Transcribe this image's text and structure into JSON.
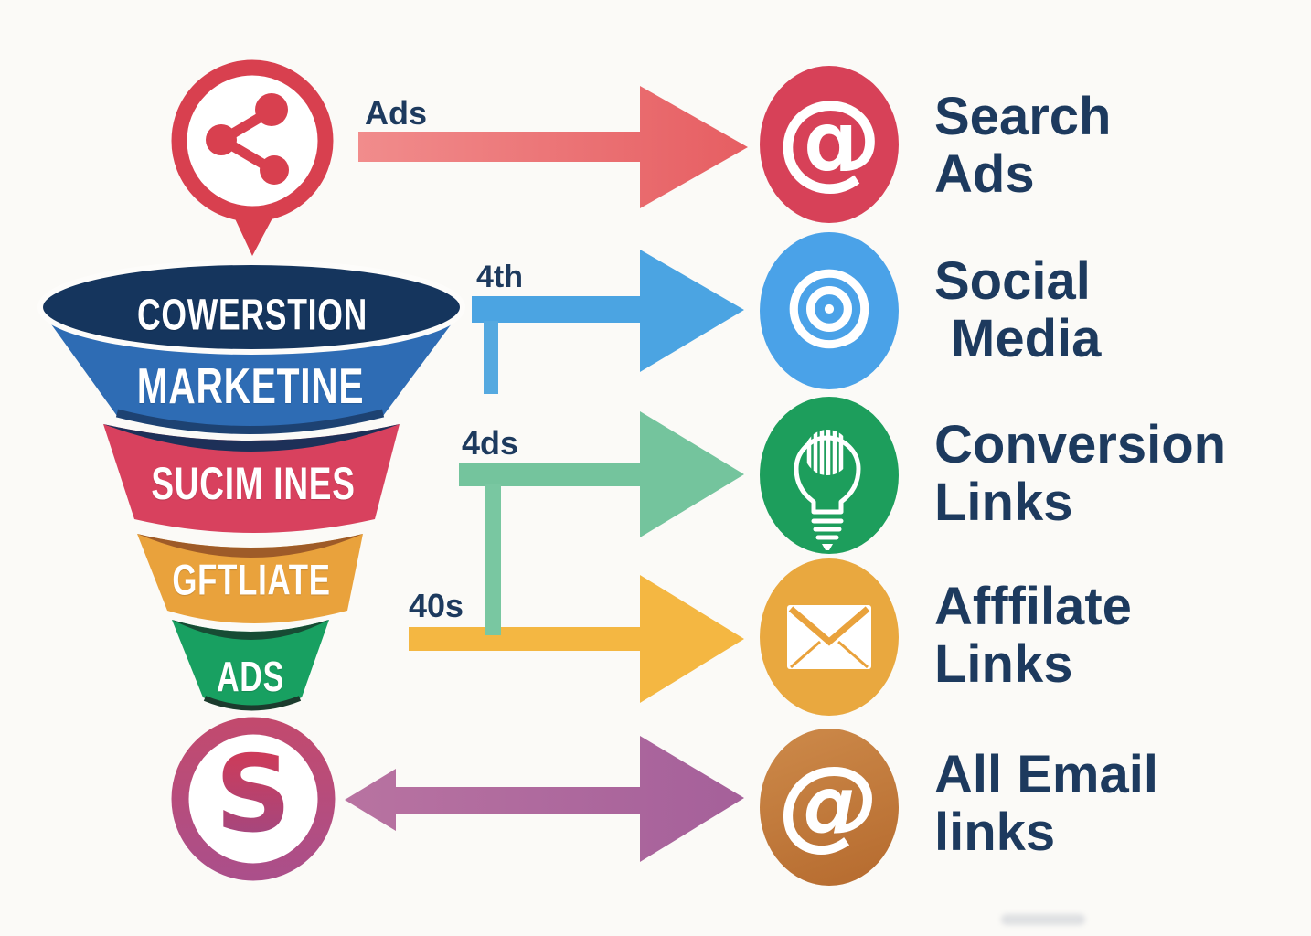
{
  "background_color": "#fbfaf7",
  "text_color": "#1d3a5e",
  "source_pin": {
    "icon": "share-network-pin-icon",
    "color": "#d8404f"
  },
  "funnel": {
    "layers": [
      {
        "label": "COWERSTION",
        "color": "#15355d"
      },
      {
        "label": "MARKETINE",
        "color": "#2e6cb4"
      },
      {
        "label": "SUCIM INES",
        "color": "#d8415e"
      },
      {
        "label": "GFTLIATE",
        "color": "#e9a23c"
      },
      {
        "label": "ADS",
        "color": "#18a061"
      }
    ],
    "sink_letter": "S",
    "sink_ring_color": "#b04e8c"
  },
  "arrows": [
    {
      "label": "Ads",
      "color": "#ec6f6f",
      "direction": "right"
    },
    {
      "label": "4th",
      "color": "#4ba4e2",
      "direction": "right"
    },
    {
      "label": "4ds",
      "color": "#74c49d",
      "direction": "right"
    },
    {
      "label": "40s",
      "color": "#f4b742",
      "direction": "right"
    },
    {
      "label": "",
      "color": "#ae689a",
      "direction": "double"
    }
  ],
  "channels": [
    {
      "name": "Search Ads",
      "line1": "Search",
      "line2": "Ads",
      "color": "#d74158",
      "icon": "at-icon",
      "icon_char": "@"
    },
    {
      "name": "Social Media",
      "line1": "Social",
      "line2": "Media",
      "color": "#4aa2e8",
      "icon": "at-rings-icon",
      "icon_char": ""
    },
    {
      "name": "Conversion Links",
      "line1": "Conversion",
      "line2": "Links",
      "color": "#1d9e5c",
      "icon": "lightbulb-icon",
      "icon_char": ""
    },
    {
      "name": "Afffilate Links",
      "line1": "Afffilate",
      "line2": "Links",
      "color": "#e9a83f",
      "icon": "envelope-icon",
      "icon_char": ""
    },
    {
      "name": "All Email links",
      "line1": "All Email",
      "line2": "links",
      "color": "#c17a3a",
      "icon": "at-italic-icon",
      "icon_char": "@"
    }
  ]
}
